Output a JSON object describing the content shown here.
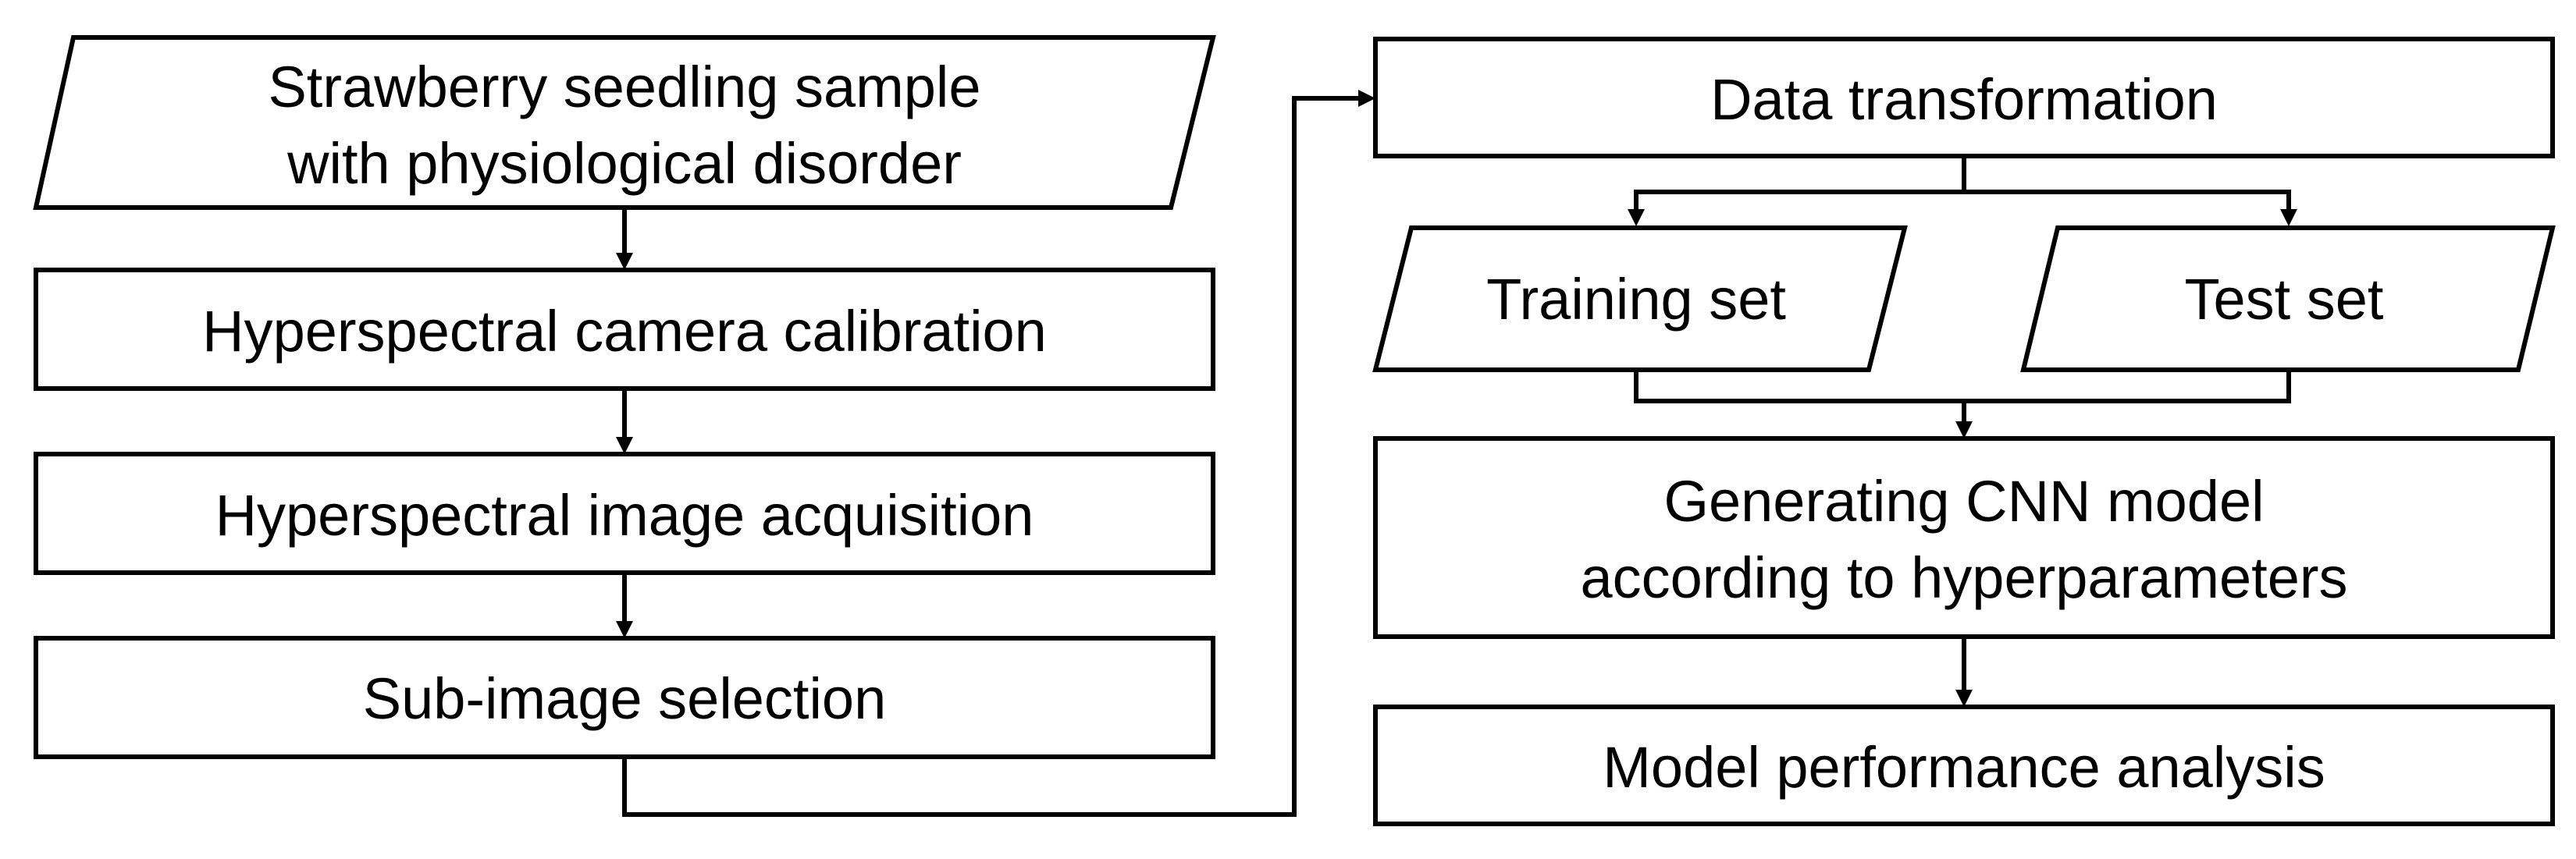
{
  "colors": {
    "background": "#ffffff",
    "stroke": "#000000",
    "text": "#000000"
  },
  "left_column": {
    "sample_input": {
      "line1": "Strawberry seedling sample",
      "line2": "with physiological disorder"
    },
    "camera_calibration": "Hyperspectral camera calibration",
    "image_acquisition": "Hyperspectral image acquisition",
    "sub_image_selection": "Sub-image selection"
  },
  "right_column": {
    "data_transformation": "Data transformation",
    "training_set": "Training set",
    "test_set": "Test set",
    "cnn_model": {
      "line1": "Generating CNN model",
      "line2": "according to hyperparameters"
    },
    "performance_analysis": "Model performance analysis"
  }
}
